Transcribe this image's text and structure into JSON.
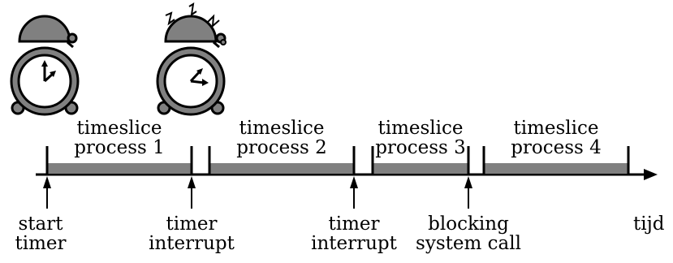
{
  "diagram": {
    "timeslices": [
      {
        "line1": "timeslice",
        "line2": "process 1"
      },
      {
        "line1": "timeslice",
        "line2": "process 2"
      },
      {
        "line1": "timeslice",
        "line2": "process 3"
      },
      {
        "line1": "timeslice",
        "line2": "process 4"
      }
    ],
    "events": [
      {
        "line1": "start",
        "line2": "timer"
      },
      {
        "line1": "timer",
        "line2": "interrupt"
      },
      {
        "line1": "timer",
        "line2": "interrupt"
      },
      {
        "line1": "blocking",
        "line2": "system call"
      }
    ],
    "axis_label": "tijd",
    "colors": {
      "bar": "#808080",
      "bell": "#808080",
      "line": "#000000"
    },
    "icons": [
      "alarm-clock-icon",
      "ringing-alarm-clock-icon"
    ]
  }
}
